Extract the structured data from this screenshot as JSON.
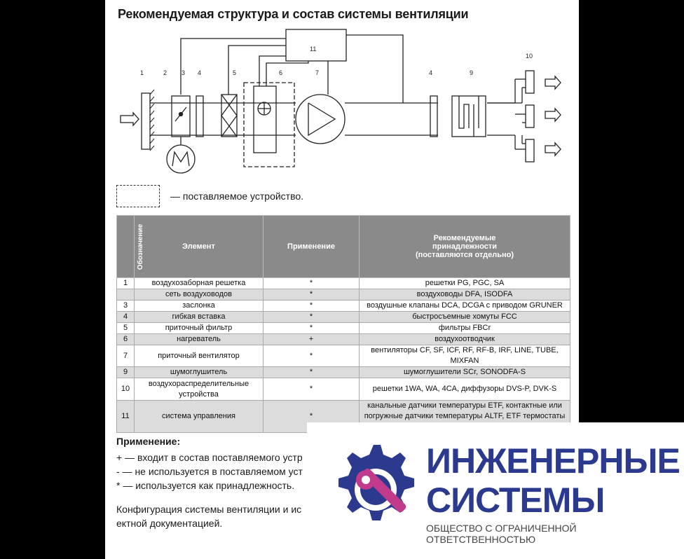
{
  "title": "Рекомендуемая структура и состав системы вентиляции",
  "diagram": {
    "labels": [
      "1",
      "2",
      "3",
      "4",
      "5",
      "6",
      "7",
      "11",
      "4",
      "9",
      "10"
    ]
  },
  "legend": {
    "text": "— поставляемое устройство."
  },
  "table": {
    "headers": {
      "designation": "Обозначение",
      "element": "Элемент",
      "application": "Применение",
      "accessories_1": "Рекомендуемые",
      "accessories_2": "принадлежности",
      "accessories_3": "(поставляются отдельно)"
    },
    "rows": [
      {
        "num": "1",
        "element": "воздухозаборная решетка",
        "app": "*",
        "acc": "решетки PG, PGC, SA"
      },
      {
        "num": "",
        "element": "сеть воздуховодов",
        "app": "*",
        "acc": "воздуховоды DFA, ISODFA"
      },
      {
        "num": "3",
        "element": "заслонка",
        "app": "*",
        "acc": "воздушные клапаны DCA, DCGA с приводом GRUNER"
      },
      {
        "num": "4",
        "element": "гибкая вставка",
        "app": "*",
        "acc": "быстросъемные хомуты FCC"
      },
      {
        "num": "5",
        "element": "приточный фильтр",
        "app": "*",
        "acc": "фильтры FBCr"
      },
      {
        "num": "6",
        "element": "нагреватель",
        "app": "+",
        "acc": "воздухоотводчик"
      },
      {
        "num": "7",
        "element": "приточный вентилятор",
        "app": "*",
        "acc": "вентиляторы CF, SF, ICF, RF, RF-B, IRF, LINE, TUBE, MIXFAN"
      },
      {
        "num": "9",
        "element": "шумоглушитель",
        "app": "*",
        "acc": "шумоглушители SCr, SONODFA-S"
      },
      {
        "num": "10",
        "element": "воздухораспределительные устройства",
        "app": "*",
        "acc": "решетки 1WA,   WA, 4CA, диффузоры DVS-P, DVK-S"
      },
      {
        "num": "11",
        "element": "система управления",
        "app": "*",
        "acc": "канальные датчики температуры ETF, контактные или погружные датчики температуры ALTF, ETF термостаты TF, смесительные узлы MST"
      }
    ]
  },
  "notes": {
    "heading": "Применение:",
    "line1": "+ — входит в состав поставляемого устр",
    "line2": "- — не используется в поставляемом уст",
    "line3": "* — используется как принадлежность.",
    "line4": "Конфигурация системы вентиляции и ис",
    "line5": "ектной документацией."
  },
  "logo": {
    "line1": "ИНЖЕНЕРНЫЕ",
    "line2": "СИСТЕМЫ",
    "subtitle": "ОБЩЕСТВО С ОГРАНИЧЕННОЙ ОТВЕТСТВЕННОСТЬЮ",
    "color": "#2b3a8e"
  }
}
